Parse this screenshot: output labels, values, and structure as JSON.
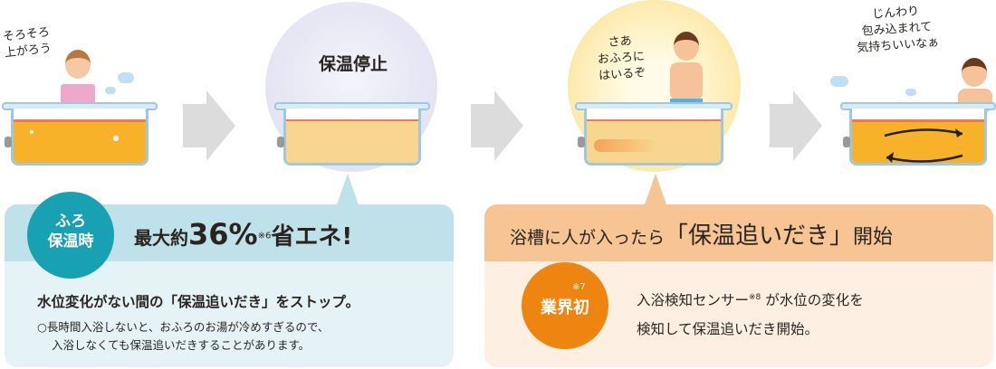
{
  "scenes": {
    "girl_speech": [
      "そろそろ",
      "上がろう"
    ],
    "stop_label": "保温停止",
    "man_speech": [
      "さあ",
      "おふろに",
      "はいるぞ"
    ],
    "relax_speech": [
      "じんわり",
      "包み込まれて",
      "気持ちいいなぁ"
    ]
  },
  "left_panel": {
    "badge": [
      "ふろ",
      "保温時"
    ],
    "headline_prefix": "最大約",
    "headline_number": "36%",
    "headline_note": "※6",
    "headline_suffix": "省エネ!",
    "body_main": "水位変化がない間の「保温追いだき」をストップ。",
    "body_note_1": "○長時間入浴しないと、おふろのお湯が冷めすぎるので、",
    "body_note_2": "入浴しなくても保温追いだきすることがあります。"
  },
  "right_panel": {
    "headline_prefix": "浴槽に人が入ったら",
    "headline_emph": "「保温追いだき」",
    "headline_suffix": "開始",
    "badge": "業界初",
    "badge_note": "※7",
    "body_1a": "入浴検知センサー",
    "body_1note": "※8",
    "body_1b": " が水位の変化を",
    "body_2": "検知して保温追いだき開始。"
  },
  "colors": {
    "teal": "#17a1b3",
    "orange": "#ee8510",
    "blue_header": "#bfe1e9",
    "blue_body": "#e5f3f6",
    "orange_header": "#f6c593",
    "orange_body": "#fdf0e3",
    "hot_water": "#f7b22a",
    "warm_water": "#f9d690"
  }
}
